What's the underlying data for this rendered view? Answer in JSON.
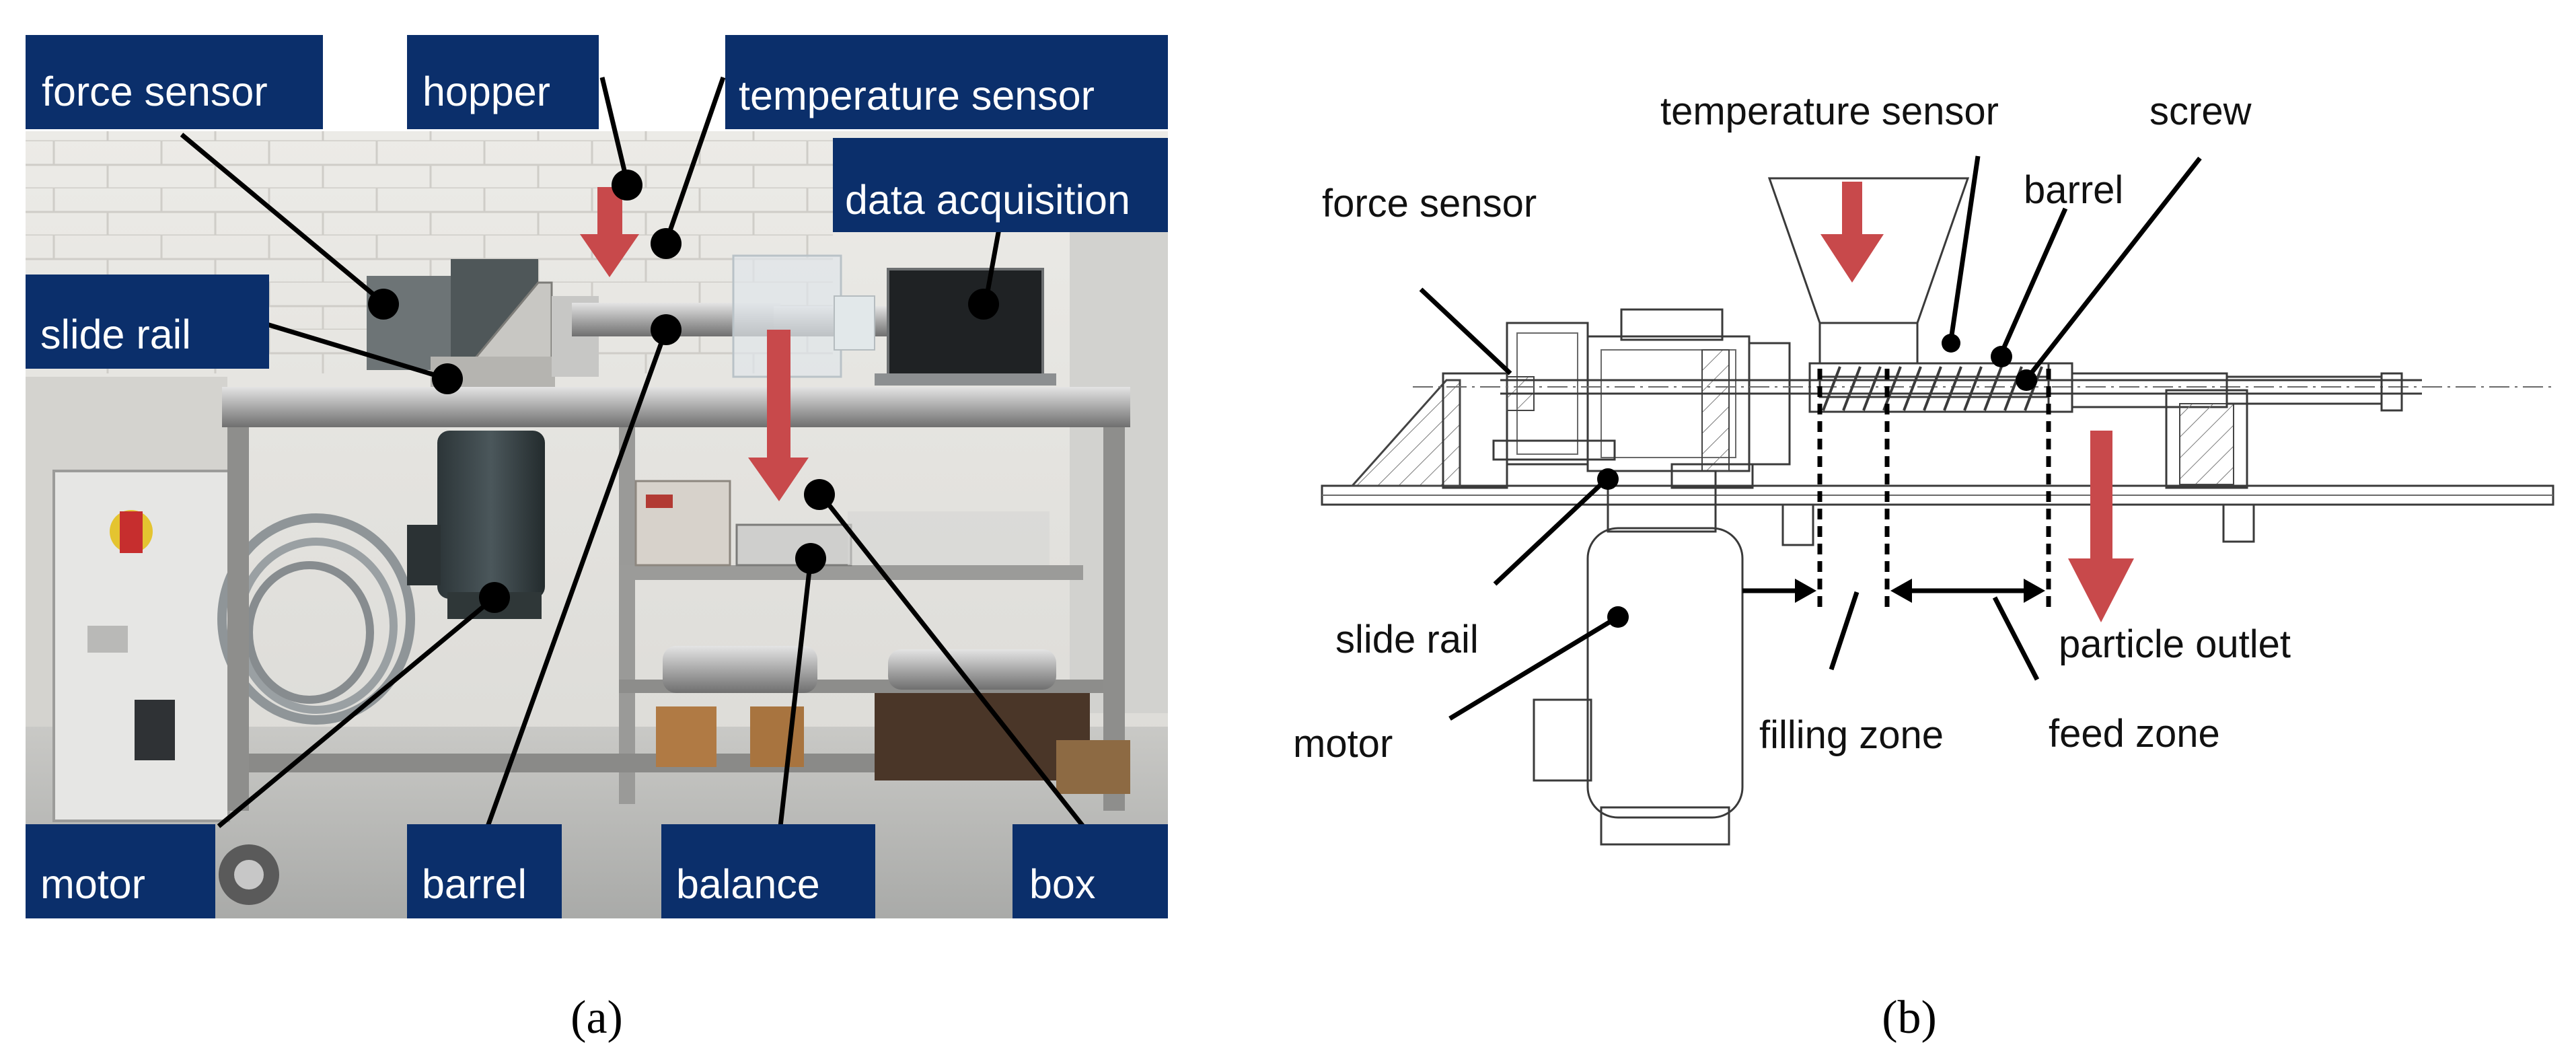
{
  "panel_a": {
    "labels": {
      "force_sensor": "force sensor",
      "hopper": "hopper",
      "temperature_sensor": "temperature sensor",
      "data_acquisition": "data acquisition",
      "slide_rail": "slide rail",
      "motor": "motor",
      "barrel": "barrel",
      "balance": "balance",
      "box": "box"
    },
    "caption": "(a)"
  },
  "panel_b": {
    "labels": {
      "temperature_sensor": "temperature sensor",
      "screw": "screw",
      "force_sensor": "force sensor",
      "barrel": "barrel",
      "slide_rail": "slide rail",
      "particle_outlet": "particle outlet",
      "motor": "motor",
      "filling_zone": "filling zone",
      "feed_zone": "feed zone"
    },
    "caption": "(b)"
  },
  "colors": {
    "label_box": "#0b2f6b",
    "flow_arrow": "#c8494b"
  }
}
